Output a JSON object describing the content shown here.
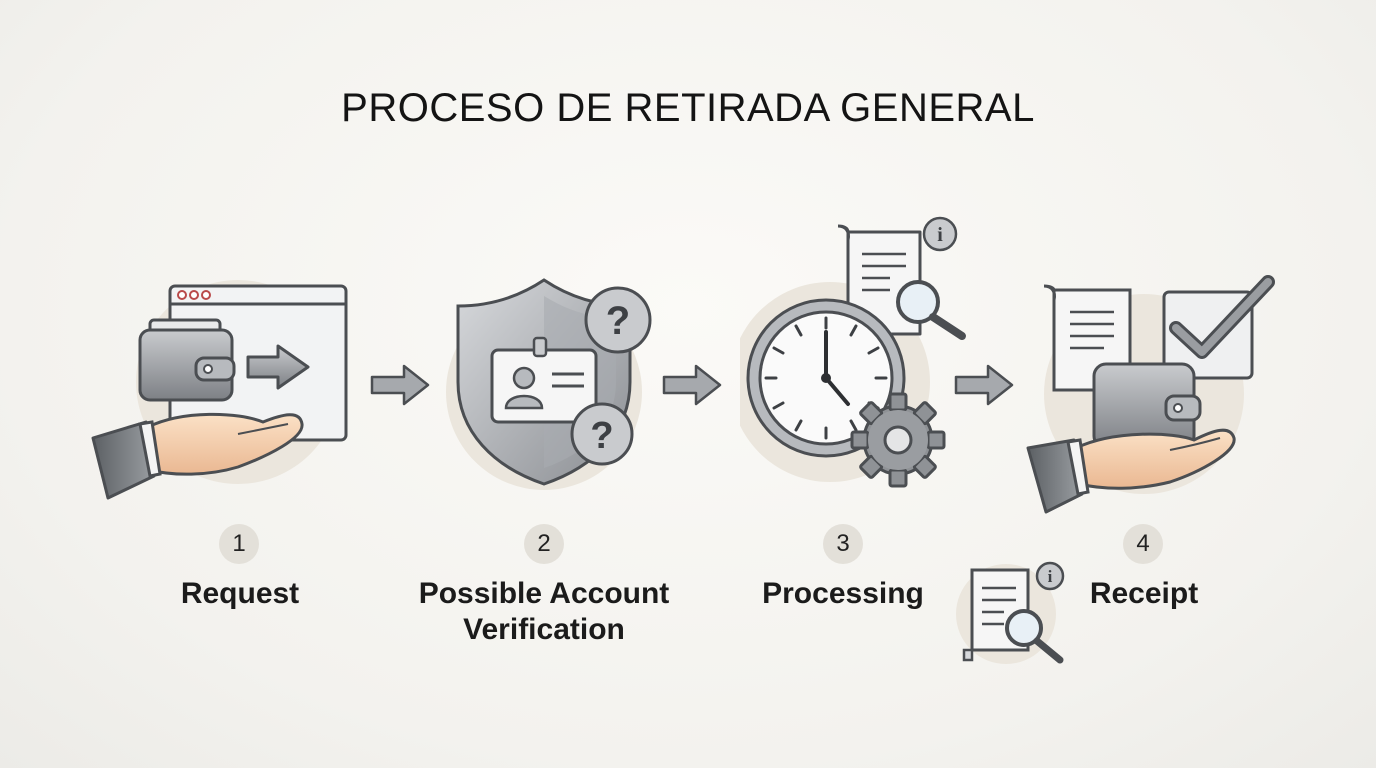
{
  "title": "PROCESO DE RETIRADA GENERAL",
  "steps": [
    {
      "number": "1",
      "label": "Request",
      "icon": "wallet-in-hand-icon"
    },
    {
      "number": "2",
      "label_lines": [
        "Possible Account",
        "Verification"
      ],
      "icon": "shield-id-question-icon"
    },
    {
      "number": "3",
      "label": "Processing",
      "icon": "clock-gear-document-icon"
    },
    {
      "number": "4",
      "label": "Receipt",
      "icon": "hand-wallet-receipt-check-icon"
    }
  ],
  "colors": {
    "metal": "#8f9296",
    "metal_dark": "#55585c",
    "skin": "#f3c9a3",
    "sleeve": "#7d8185",
    "badge": "#e3e0d9"
  }
}
